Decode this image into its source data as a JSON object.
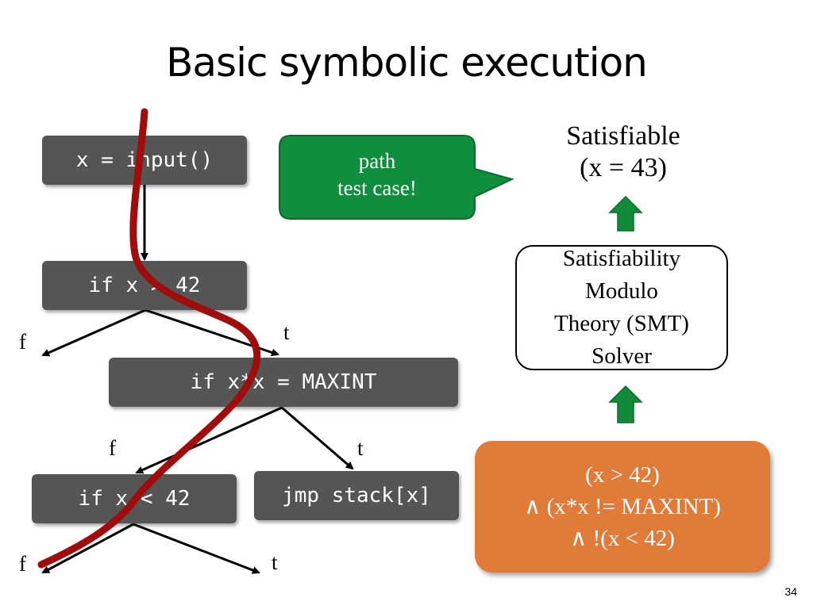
{
  "title": "Basic symbolic execution",
  "nodes": {
    "input": "x = input()",
    "if_gt": "if x > 42",
    "if_sq": "if x*x = MAXINT",
    "if_lt": "if x < 42",
    "jmp": "jmp stack[x]"
  },
  "branch_labels": {
    "gt_false": "f",
    "gt_true": "t",
    "sq_false": "f",
    "sq_true": "t",
    "lt_false": "f",
    "lt_true": "t"
  },
  "callout": {
    "line1": "path",
    "line2": "test case!"
  },
  "result": {
    "line1": "Satisfiable",
    "line2": "(x = 43)"
  },
  "smt": {
    "line1": "Satisfiability",
    "line2": "Modulo",
    "line3": "Theory (SMT)",
    "line4": "Solver"
  },
  "constraints": {
    "line1": "(x > 42)",
    "line2": "∧ (x*x != MAXINT)",
    "line3": "∧ !(x < 42)"
  },
  "slide_number": "34",
  "colors": {
    "node_bg": "#555555",
    "callout_bg": "#0f8f3e",
    "arrow_green": "#118a3a",
    "constraint_bg": "#e07b39",
    "path_red": "#a00c0c"
  }
}
